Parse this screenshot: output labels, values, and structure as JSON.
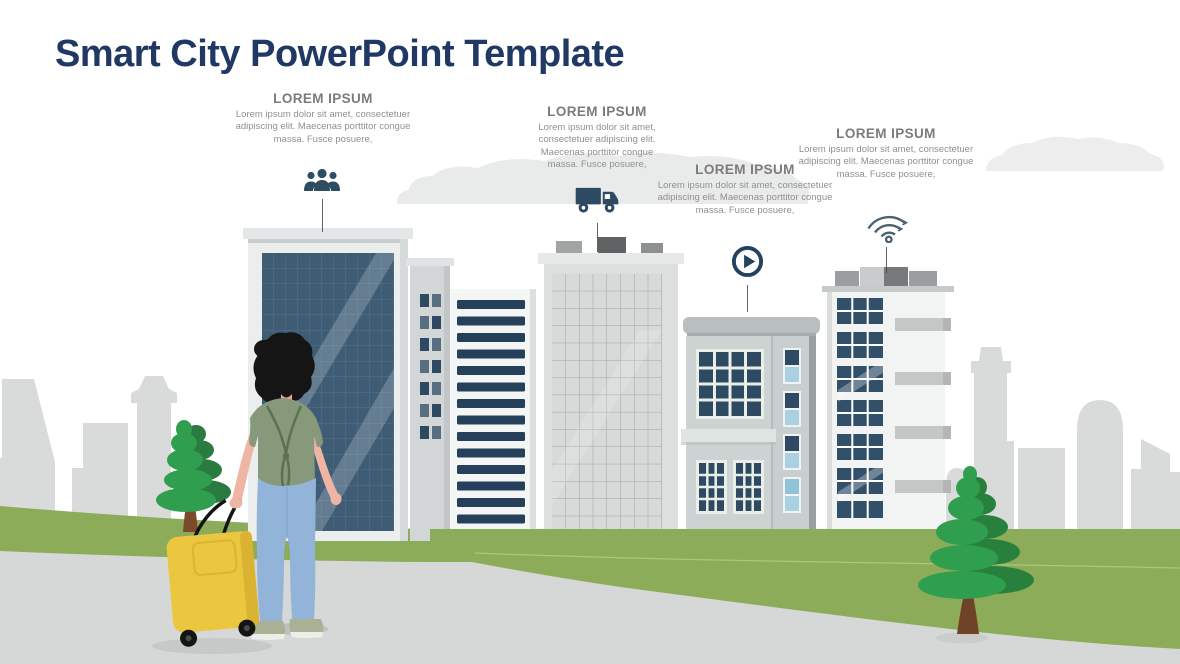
{
  "slide": {
    "title": "Smart City PowerPoint Template"
  },
  "blocks": [
    {
      "heading": "LOREM IPSUM",
      "body": "Lorem ipsum dolor sit amet, consectetuer adipiscing elit. Maecenas porttitor congue massa. Fusce posuere,",
      "icon": "people-group-icon"
    },
    {
      "heading": "LOREM IPSUM",
      "body": "Lorem ipsum dolor sit amet, consectetuer adipiscing elit. Maecenas porttitor congue massa. Fusce posuere,",
      "icon": "delivery-truck-icon"
    },
    {
      "heading": "LOREM IPSUM",
      "body": "Lorem ipsum dolor sit amet, consectetuer adipiscing elit. Maecenas porttitor congue massa. Fusce posuere,",
      "icon": "play-icon"
    },
    {
      "heading": "LOREM IPSUM",
      "body": "Lorem ipsum dolor sit amet, consectetuer adipiscing elit. Maecenas porttitor congue massa. Fusce posuere,",
      "icon": "wifi-icon"
    }
  ],
  "scene": {
    "elements": [
      "city-skyline-silhouette",
      "clouds",
      "glass-office-tower",
      "striped-office-building",
      "grid-office-tower",
      "window-office-building",
      "apartment-building",
      "pine-tree-left",
      "pine-tree-right",
      "traveler-with-yellow-suitcase",
      "lawn",
      "curved-road"
    ]
  },
  "colors": {
    "title": "#1F3864",
    "heading": "#7B7B7B",
    "body_text": "#909090",
    "icon_navy": "#2E4A63",
    "glass_blue": "#3E5C74",
    "grass_green": "#8DAC5A",
    "tree_green": "#2F9E4E",
    "road_gray": "#D6D8D7",
    "silhouette_gray": "#D9DBDB",
    "suitcase_yellow": "#EAC73F",
    "shirt_green": "#87997A",
    "jeans_blue": "#92B4D9"
  }
}
